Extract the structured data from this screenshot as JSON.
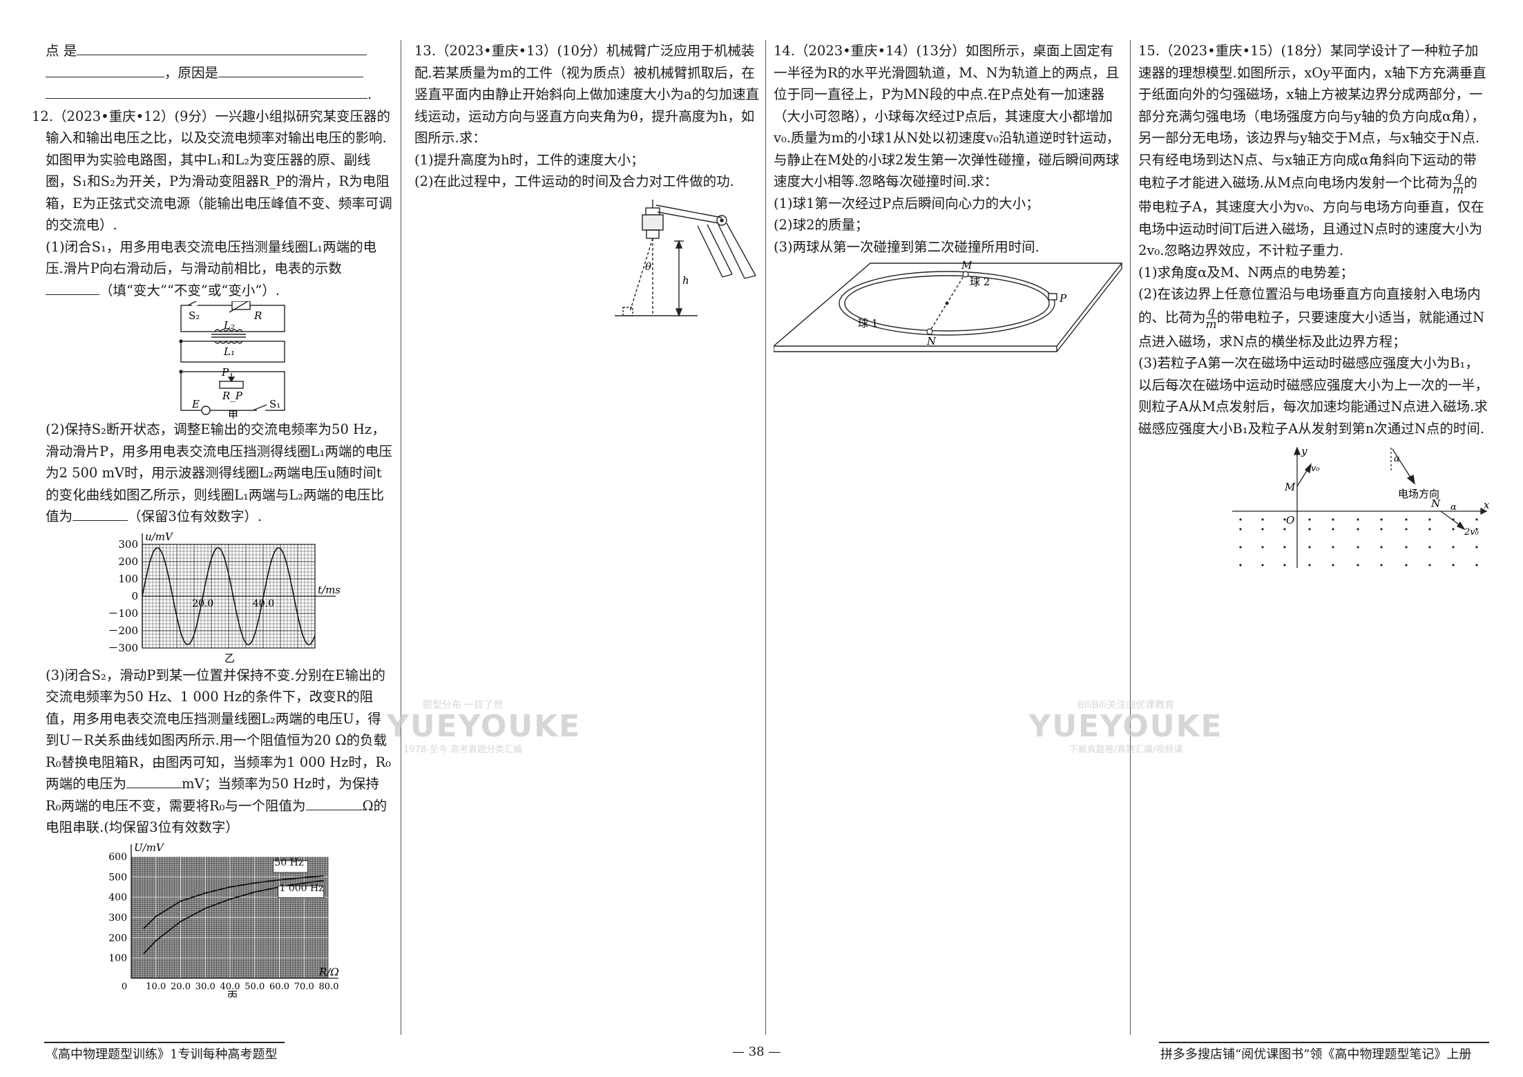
{
  "col1": {
    "top_lines": [
      "点 是",
      "，原因是"
    ],
    "q12": {
      "head": "12.（2023•重庆•12）(9分）一兴趣小组拟研究某变压器的输入和输出电压之比，以及交流电频率对输出电压的影响.如图甲为实验电路图，其中L₁和L₂为变压器的原、副线圈，S₁和S₂为开关，P为滑动变阻器R_P的滑片，R为电阻箱，E为正弦式交流电源（能输出电压峰值不变、频率可调的交流电）.",
      "p1a": "(1)闭合S₁，用多用电表交流电压挡测量线圈L₁两端的电压.滑片P向右滑动后，与滑动前相比，电表的示数",
      "p1b": "（填“变大”“不变”或“变小”）.",
      "p2a": "(2)保持S₂断开状态，调整E输出的交流电频率为50 Hz，滑动滑片P，用多用电表交流电压挡测得线圈L₁两端的电压为2 500 mV时，用示波器测得线圈L₂两端电压u随时间t的变化曲线如图乙所示，则线圈L₁两端与L₂两端的电压比值为",
      "p2b": "（保留3位有效数字）.",
      "p3a": "(3)闭合S₂，滑动P到某一位置并保持不变.分别在E输出的交流电频率为50 Hz、1 000 Hz的条件下，改变R的阻值，用多用电表交流电压挡测量线圈L₂两端的电压U，得到U－R关系曲线如图丙所示.用一个阻值恒为20 Ω的负载R₀替换电阻箱R，由图丙可知，当频率为1 000 Hz时，R₀两端的电压为",
      "p3b": "mV；当频率为50 Hz时，为保持R₀两端的电压不变，需要将R₀与一个阻值为",
      "p3c": "Ω的电阻串联.(均保留3位有效数字）",
      "circuit": {
        "s2": "S₂",
        "r": "R",
        "l2": "L₂",
        "l1": "L₁",
        "p": "P",
        "rp": "R_P",
        "e": "E",
        "s1": "S₁",
        "caption": "甲"
      }
    }
  },
  "col2": {
    "q13": {
      "head": "13.（2023•重庆•13）(10分）机械臂广泛应用于机械装配.若某质量为m的工件（视为质点）被机械臂抓取后，在竖直平面内由静止开始斜向上做加速度大小为a的匀加速直线运动，运动方向与竖直方向夹角为θ，提升高度为h，如图所示.求：",
      "p1": "(1)提升高度为h时，工件的速度大小；",
      "p2": "(2)在此过程中，工件运动的时间及合力对工件做的功.",
      "fig": {
        "theta": "θ",
        "h": "h"
      }
    }
  },
  "col3": {
    "q14": {
      "head": "14.（2023•重庆•14）(13分）如图所示，桌面上固定有一半径为R的水平光滑圆轨道，M、N为轨道上的两点，且位于同一直径上，P为MN段的中点.在P点处有一加速器（大小可忽略），小球每次经过P点后，其速度大小都增加v₀.质量为m的小球1从N处以初速度v₀沿轨道逆时针运动，与静止在M处的小球2发生第一次弹性碰撞，碰后瞬间两球速度大小相等.忽略每次碰撞时间.求：",
      "p1": "(1)球1第一次经过P点后瞬间向心力的大小；",
      "p2": "(2)球2的质量；",
      "p3": "(3)两球从第一次碰撞到第二次碰撞所用时间.",
      "fig": {
        "M": "M",
        "N": "N",
        "P": "P",
        "ball1": "球 1",
        "ball2": "球 2"
      }
    }
  },
  "col4": {
    "q15": {
      "head": "15.（2023•重庆•15）(18分）某同学设计了一种粒子加速器的理想模型.如图所示，xOy平面内，x轴下方充满垂直于纸面向外的匀强磁场，x轴上方被某边界分成两部分，一部分充满匀强电场（电场强度方向与y轴的负方向成α角），另一部分无电场，该边界与y轴交于M点，与x轴交于N点.只有经电场到达N点、与x轴正方向成α角斜向下运动的带电粒子才能进入磁场.从M点向电场内发射一个比荷为",
      "head2": "的带电粒子A，其速度大小为v₀、方向与电场方向垂直，仅在电场中运动时间T后进入磁场，且通过N点时的速度大小为2v₀.忽略边界效应，不计粒子重力.",
      "p1": "(1)求角度α及M、N两点的电势差；",
      "p2a": "(2)在该边界上任意位置沿与电场垂直方向直接射入电场内的、比荷为",
      "p2b": "的带电粒子，只要速度大小适当，就能通过N点进入磁场，求N点的横坐标及此边界方程；",
      "p3": "(3)若粒子A第一次在磁场中运动时磁感应强度大小为B₁，以后每次在磁场中运动时磁感应强度大小为上一次的一半，则粒子A从M点发射后，每次加速均能通过N点进入磁场.求磁感应强度大小B₁及粒子A从发射到第n次通过N点的时间.",
      "frac": {
        "n": "q",
        "d": "m"
      },
      "fig": {
        "y": "y",
        "x": "x",
        "O": "O",
        "M": "M",
        "N": "N",
        "v0": "v₀",
        "v2": "2v₀",
        "alpha": "α",
        "field": "电场方向"
      }
    }
  },
  "chart_data": [
    {
      "type": "line",
      "caption": "乙",
      "ylabel": "u/mV",
      "xlabel": "t/ms",
      "yticks": [
        "300",
        "200",
        "100",
        "0",
        "－100",
        "－200",
        "－300"
      ],
      "xticks": [
        "20.0",
        "40.0"
      ],
      "ylim": [
        -300,
        300
      ],
      "xlim": [
        0,
        57
      ],
      "series": [
        {
          "function": "u = 280·sin(2π·t/20)",
          "amplitude": 280,
          "period": 20
        }
      ],
      "grid": true
    },
    {
      "type": "line",
      "caption": "丙",
      "ylabel": "U/mV",
      "xlabel": "R/Ω",
      "yticks": [
        "600",
        "500",
        "400",
        "300",
        "200",
        "100"
      ],
      "xticks": [
        "0",
        "10.0",
        "20.0",
        "30.0",
        "40.0",
        "50.0",
        "60.0",
        "70.0",
        "80.0"
      ],
      "ylim": [
        0,
        600
      ],
      "xlim": [
        0,
        80
      ],
      "grid": true,
      "series": [
        {
          "name": "50 Hz",
          "x": [
            5,
            10,
            20,
            30,
            40,
            50,
            60,
            70,
            78
          ],
          "y": [
            245,
            305,
            380,
            420,
            450,
            470,
            485,
            497,
            505
          ]
        },
        {
          "name": "1 000 Hz",
          "x": [
            5,
            10,
            20,
            30,
            40,
            50,
            60,
            70,
            78
          ],
          "y": [
            120,
            185,
            280,
            345,
            390,
            425,
            450,
            470,
            482
          ]
        }
      ]
    }
  ],
  "watermarks": {
    "w1_big": "YUEYOUKE",
    "w1_small_a": "题型分布  一目了然",
    "w1_small_b": "1978-至今 高考真题分类汇编",
    "w2_small_a": "BiliBili关注阅优课教育",
    "w2_big": "YUEYOUKE",
    "w2_small_b": "下载真题卷/真题汇编/视频课"
  },
  "footer": {
    "left": "《高中物理题型训练》1专训每种高考题型",
    "page": "— 38 —",
    "right": "拼多多搜店铺“阅优课图书”领《高中物理题型笔记》上册"
  }
}
